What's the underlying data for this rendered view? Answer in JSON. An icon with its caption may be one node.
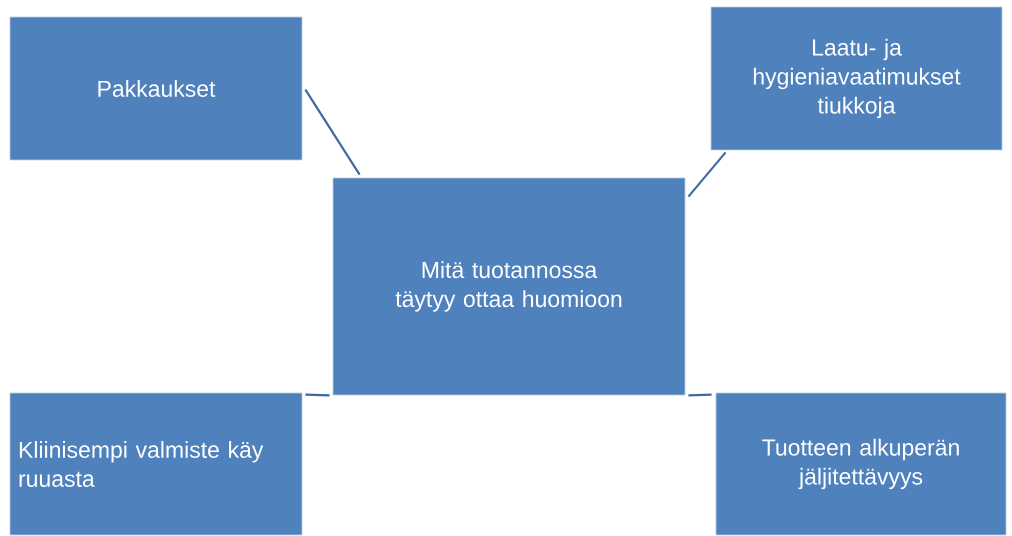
{
  "diagram": {
    "nodes": [
      {
        "text": [
          "Pakkaukset"
        ]
      },
      {
        "text": [
          "Laatu- ja hygieniavaatimukset tiukkoja"
        ]
      },
      {
        "text": [
          "Mitä tuotannossa täytyy ottaa huomioon"
        ]
      },
      {
        "text": [
          "Kliinisempi valmiste käy ruuasta"
        ]
      },
      {
        "text": [
          "Tuotteen alkuperän jäljitettävyys"
        ]
      }
    ],
    "edges": [
      {
        "from": 2,
        "to": 0,
        "arrow": "none"
      },
      {
        "from": 2,
        "to": 1,
        "arrow": "none"
      },
      {
        "from": 2,
        "to": 3,
        "arrow": "none"
      },
      {
        "from": 2,
        "to": 4,
        "arrow": "none"
      }
    ]
  }
}
